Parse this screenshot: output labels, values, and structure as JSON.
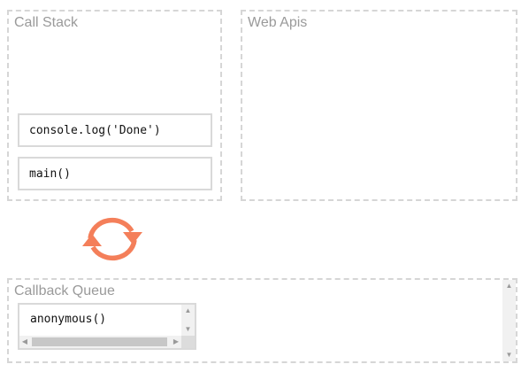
{
  "call_stack": {
    "title": "Call Stack",
    "frames": [
      "console.log('Done')",
      "main()"
    ]
  },
  "web_apis": {
    "title": "Web Apis"
  },
  "event_loop": {
    "icon": "refresh-loop-icon",
    "color": "#F47F5A"
  },
  "callback_queue": {
    "title": "Callback Queue",
    "tasks": [
      "anonymous()"
    ]
  },
  "colors": {
    "border": "#D6D6D6",
    "title": "#9A9A9A",
    "scrollbar_track": "#F1F1F1",
    "scrollbar_thumb": "#C7C7C7"
  }
}
